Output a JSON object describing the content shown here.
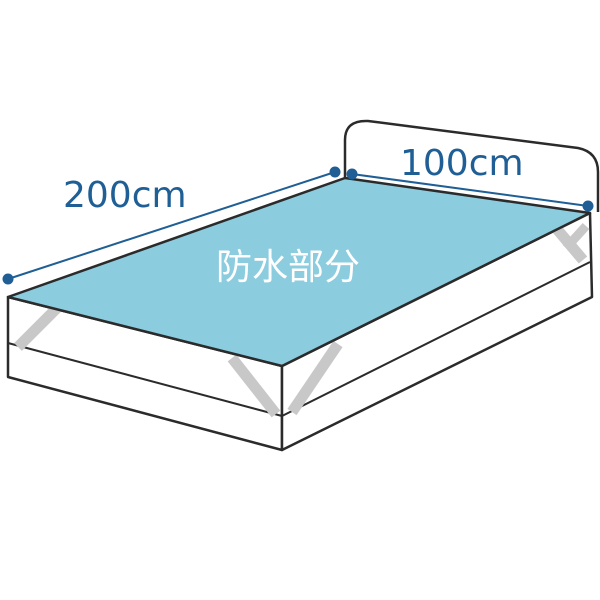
{
  "labels": {
    "length": "200cm",
    "width": "100cm",
    "area": "防水部分"
  },
  "colors": {
    "outline": "#2b2b2b",
    "waterproof_top": "#8cccdf",
    "dimension": "#1f5f95",
    "elastic_strap": "#c8c8c8",
    "sides": "#ffffff"
  },
  "icons": {
    "dimension_endpoint": "dot-marker-icon"
  }
}
